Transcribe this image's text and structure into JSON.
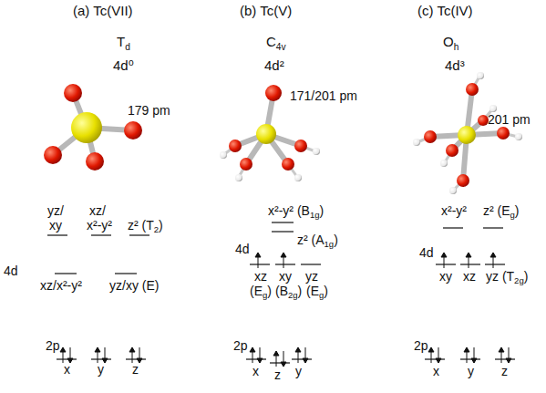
{
  "diagram": {
    "labels": [
      "(a) Tc(VII)",
      "(b) Tc(V)",
      "(c) Tc(IV)",
      "T",
      "d",
      "C",
      "4v",
      "O",
      "h",
      "4d⁰",
      "4d²",
      "4d³",
      "179 pm",
      "171/201 pm",
      "201 pm",
      "yz/",
      "xy",
      "xz/",
      "x²-y²",
      "z² (T",
      "2",
      ")",
      "4d",
      "xz/x²-y²",
      "yz/xy (E)",
      "2p",
      "x",
      "y",
      "z",
      "x²-y² (B",
      "1g",
      ")",
      "4d",
      "z² (A",
      "1g",
      ")",
      "xz",
      "xy",
      "yz",
      "(E",
      "g",
      ")",
      "(B",
      "2g",
      ")",
      "(E",
      "g",
      ")",
      "2p",
      "x",
      "z",
      "y",
      "x²-y²",
      "z² (E",
      "g",
      ")",
      "4d",
      "xy",
      "xz",
      "yz (T",
      "2g",
      ")",
      "2p",
      "x",
      "y",
      "z"
    ]
  }
}
